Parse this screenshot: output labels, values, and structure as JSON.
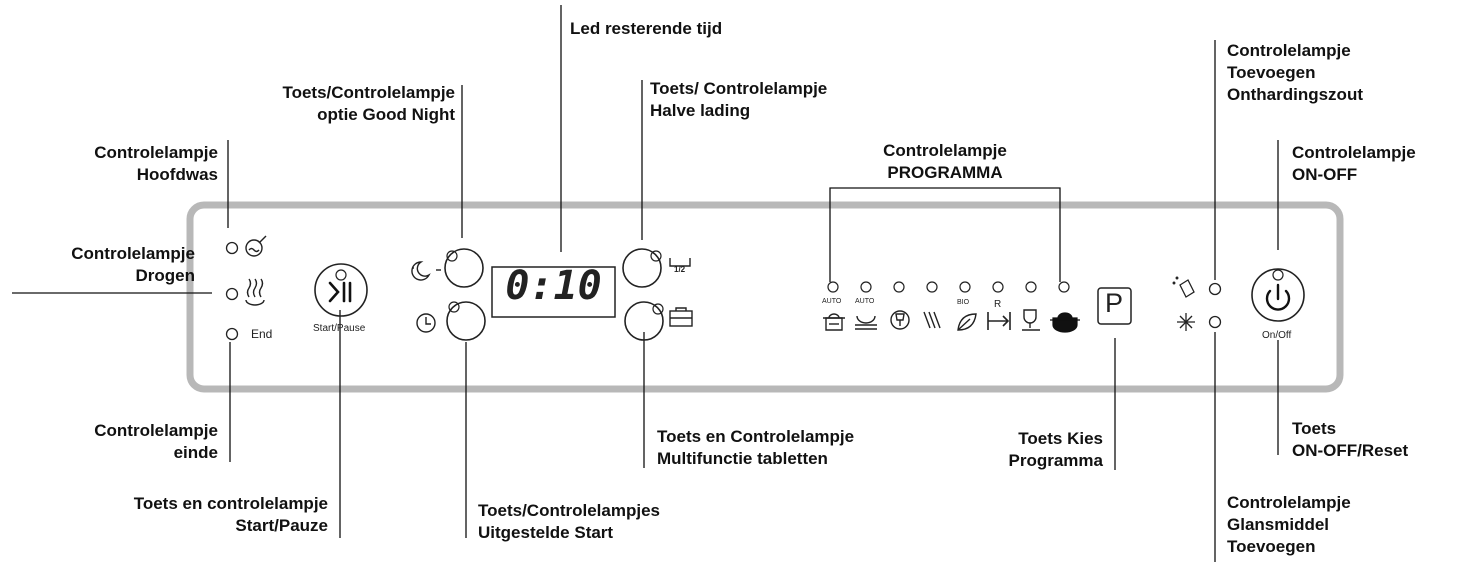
{
  "labels": {
    "led_remaining": [
      "Led resterende tijd"
    ],
    "good_night": [
      "Toets/Controlelampje",
      "optie Good Night"
    ],
    "half_load": [
      "Toets/ Controlelampje",
      "Halve lading"
    ],
    "salt": [
      "Controlelampje",
      "Toevoegen",
      "Onthardingszout"
    ],
    "main_wash": [
      "Controlelampje",
      "Hoofdwas"
    ],
    "program": [
      "Controlelampje",
      "PROGRAMMA"
    ],
    "on_off_lamp": [
      "Controlelampje",
      "ON-OFF"
    ],
    "drying": [
      "Controlelampje",
      "Drogen"
    ],
    "end_lamp": [
      "Controlelampje",
      "einde"
    ],
    "multi_tabs": [
      "Toets en Controlelampje",
      "Multifunctie tabletten"
    ],
    "select_program": [
      "Toets Kies",
      "Programma"
    ],
    "on_off_reset": [
      "Toets",
      "ON-OFF/Reset"
    ],
    "start_pause": [
      "Toets en controlelampje",
      "Start/Pauze"
    ],
    "delayed_start": [
      "Toets/Controlelampjes",
      "Uitgestelde Start"
    ],
    "rinse_aid": [
      "Controlelampje",
      "Glansmiddel",
      "Toevoegen"
    ]
  },
  "panel": {
    "end_text": "End",
    "start_pause_text": "Start/Pause",
    "display_value": "0:10",
    "half_symbol": "1/2",
    "auto_text": "AUTO",
    "bio_text": "BIO",
    "r_text": "R",
    "p_text": "P",
    "onoff_text": "On/Off"
  }
}
